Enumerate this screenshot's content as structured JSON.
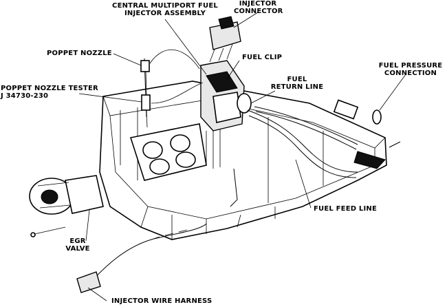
{
  "labels": {
    "central_injector_l1": "CENTRAL MULTIPORT FUEL",
    "central_injector_l2": "INJECTOR ASSEMBLY",
    "injector_connector_l1": "INJECTOR",
    "injector_connector_l2": "CONNECTOR",
    "poppet_nozzle": "POPPET NOZZLE",
    "fuel_clip": "FUEL CLIP",
    "fuel_return_l1": "FUEL",
    "fuel_return_l2": "RETURN LINE",
    "fuel_pressure_l1": "FUEL PRESSURE",
    "fuel_pressure_l2": "CONNECTION",
    "tester_l1": "POPPET NOZZLE TESTER",
    "tester_l2": "J 34730-230",
    "fuel_feed": "FUEL FEED LINE",
    "egr_l1": "EGR",
    "egr_l2": "VALVE",
    "injector_harness": "INJECTOR WIRE HARNESS"
  }
}
